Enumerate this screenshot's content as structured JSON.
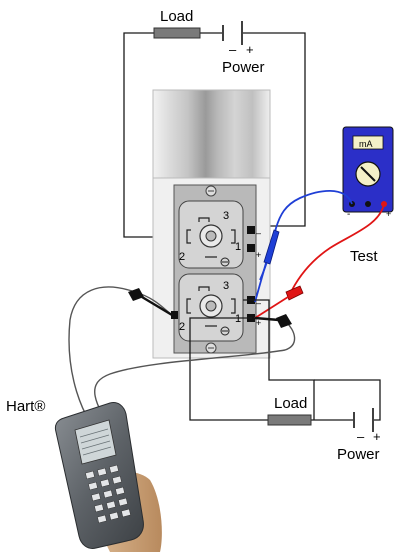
{
  "labels": {
    "load_top": "Load",
    "power_top": "Power",
    "load_bottom": "Load",
    "power_bottom": "Power",
    "test": "Test",
    "hart": "Hart®",
    "meter_display": "mA",
    "meter_term_minus": "-",
    "meter_term_plus": "+",
    "battery_minus": "–",
    "battery_plus": "+",
    "upper_pin_3": "3",
    "upper_pin_2": "2",
    "upper_pin_1": "1",
    "lower_pin_3": "3",
    "lower_pin_2": "2",
    "lower_pin_1": "1",
    "upper_term_minus": "–",
    "upper_term_plus": "+",
    "lower_term_minus": "–",
    "lower_term_plus": "+"
  },
  "colors": {
    "wire": "#1a1a1a",
    "probe_blue": "#1f3fd6",
    "probe_red": "#e01515",
    "probe_black": "#111111",
    "meter_body": "#2b2fc8",
    "meter_face": "#f4f0c8",
    "resistor": "#7a7a7a",
    "terminal_block": "#b9b9b9",
    "housing": "#ececec"
  }
}
